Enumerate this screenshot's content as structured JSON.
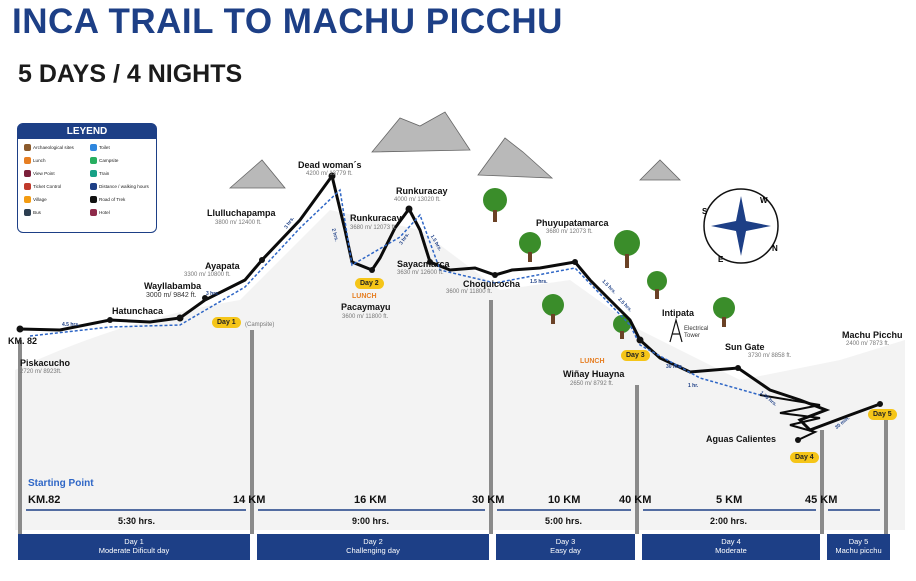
{
  "title": "INCA TRAIL TO MACHU PICCHU",
  "subtitle": "5 DAYS  / 4 NIGHTS",
  "legend": {
    "title": "LEYEND",
    "items": [
      "Archaeological sites",
      "Toilet",
      "Lunch",
      "Campsite",
      "View Point",
      "Train",
      "Ticket Control",
      "Distance / walking hours",
      "Village",
      "Road of Trek",
      "Bus",
      "Hotel"
    ]
  },
  "places": {
    "km82": "KM. 82",
    "piskacucho": "Piskacucho",
    "piskacucho_alt": "2720 m/ 8923ft.",
    "hatunchaca": "Hatunchaca",
    "wayllabamba": "Wayllabamba",
    "wayllabamba_alt": "3000 m/ 9842 ft.",
    "ayapata": "Ayapata",
    "ayapata_alt": "3300 m/ 10800 ft.",
    "llulluchapampa": "Llulluchapampa",
    "llulluchapampa_alt": "3800 m/ 12400 ft.",
    "deadwoman": "Dead woman´s",
    "deadwoman_alt": "4200 m/ 13779 ft.",
    "runkuracay_lower": "Runkuracay",
    "runkuracay_lower_alt": "3680 m/ 12073 ft.",
    "runkuracay_pass": "Runkuracay",
    "runkuracay_pass_alt": "4000 m/ 13020 ft.",
    "sayacmarca": "Sayacmarca",
    "sayacmarca_alt": "3630 m/ 12600 ft.",
    "pacaymayu": "Pacaymayu",
    "pacaymayu_alt": "3600 m/ 11800 ft.",
    "choquicocha": "Choquicocha",
    "choquicocha_alt": "3600 m/ 11800 ft.",
    "phuyupatamarca": "Phuyupatamarca",
    "phuyupatamarca_alt": "3680 m/ 12073 ft.",
    "intipata": "Intipata",
    "electrical_tower": "Electrical Tower",
    "winay": "Wiñay Huayna",
    "winay_alt": "2650 m/ 8792 ft.",
    "sungate": "Sun Gate",
    "sungate_alt": "3730 m/ 8858 ft.",
    "aguas": "Aguas Calientes",
    "machupicchu": "Machu Picchu",
    "machupicchu_alt": "2400 m/ 7873 ft.",
    "campsite": "(Campsite)"
  },
  "lunch": "LUNCH",
  "day_badges": [
    "Day 1",
    "Day 2",
    "Day 3",
    "Day 4",
    "Day 5"
  ],
  "durations": [
    "4.5 hrs.",
    "3 hrs.",
    "3 hrs.",
    "2 hrs.",
    "3 hrs.",
    "1.5 hrs.",
    "1.5 hrs.",
    "1.5 hrs.",
    "2.5 hrs.",
    "30 min.",
    "1 hr.",
    "1.30 hrs.",
    "30 min."
  ],
  "starting_point": "Starting Point",
  "km_labels": [
    "KM.82",
    "14 KM",
    "16 KM",
    "30 KM",
    "10 KM",
    "40 KM",
    "5 KM",
    "45 KM"
  ],
  "hours": [
    "5:30 hrs.",
    "9:00 hrs.",
    "5:00 hrs.",
    "2:00 hrs."
  ],
  "days": [
    {
      "day": "Day 1",
      "desc": "Moderate Dificult day"
    },
    {
      "day": "Day 2",
      "desc": "Challenging day"
    },
    {
      "day": "Day 3",
      "desc": "Easy day"
    },
    {
      "day": "Day 4",
      "desc": "Moderate"
    },
    {
      "day": "Day 5",
      "desc": "Machu picchu"
    }
  ],
  "compass": [
    "N",
    "S",
    "E",
    "W"
  ],
  "colors": {
    "navy": "#1d3f86",
    "yellow": "#f5c518",
    "trail": "#0b0b0b"
  }
}
